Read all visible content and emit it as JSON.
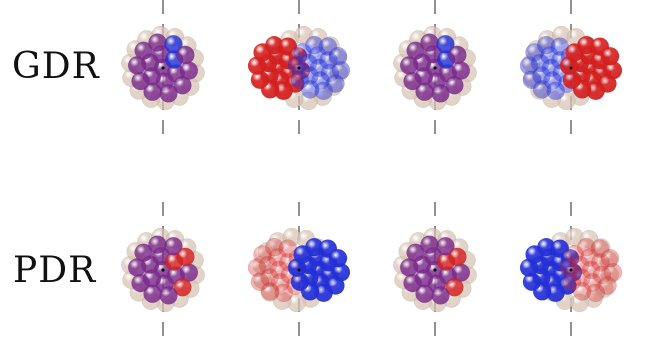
{
  "rows": [
    {
      "label": "GDR",
      "frames": [
        {
          "name": "gdr-frame-1",
          "mode": "mixed"
        },
        {
          "name": "gdr-frame-2",
          "mode": "red-left-blue-right"
        },
        {
          "name": "gdr-frame-3",
          "mode": "mixed"
        },
        {
          "name": "gdr-frame-4",
          "mode": "blue-left-red-right"
        }
      ]
    },
    {
      "label": "PDR",
      "frames": [
        {
          "name": "pdr-frame-1",
          "mode": "mixed-core"
        },
        {
          "name": "pdr-frame-2",
          "mode": "faint-red-left-blue-right"
        },
        {
          "name": "pdr-frame-3",
          "mode": "mixed-core"
        },
        {
          "name": "pdr-frame-4",
          "mode": "blue-left-faint-red-right"
        }
      ]
    }
  ],
  "colors": {
    "neutron_shell": "#d8c3b4",
    "proton": "#d62020",
    "neutron": "#2430d8",
    "mixed": "#7a2a8a",
    "axis_line": "#222222"
  }
}
